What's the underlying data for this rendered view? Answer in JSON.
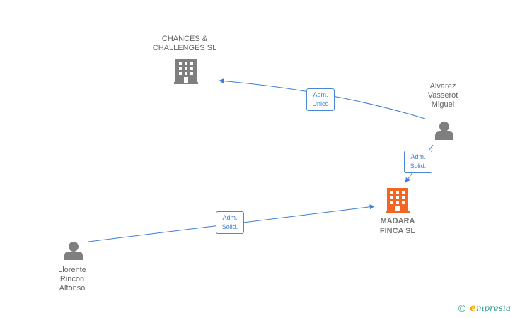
{
  "nodes": {
    "chances": {
      "label": "CHANCES &\nCHALLENGES SL",
      "type": "company",
      "color": "#7f7f7f"
    },
    "madara": {
      "label": "MADARA\nFINCA  SL",
      "type": "company",
      "color": "#f26522"
    },
    "alvarez": {
      "label": "Alvarez\nVasserot\nMiguel",
      "type": "person",
      "color": "#7f7f7f"
    },
    "llorente": {
      "label": "Llorente\nRincon\nAlfonso",
      "type": "person",
      "color": "#7f7f7f"
    }
  },
  "edges": [
    {
      "from": "alvarez",
      "to": "chances",
      "label": "Adm.\nUnico"
    },
    {
      "from": "alvarez",
      "to": "madara",
      "label": "Adm.\nSolid."
    },
    {
      "from": "llorente",
      "to": "madara",
      "label": "Adm.\nSolid."
    }
  ],
  "colors": {
    "edge": "#3d7fd4",
    "accent": "#f26522"
  },
  "footer": {
    "copyright_symbol": "©",
    "brand_initial": "e",
    "brand_rest": "mpresia"
  }
}
